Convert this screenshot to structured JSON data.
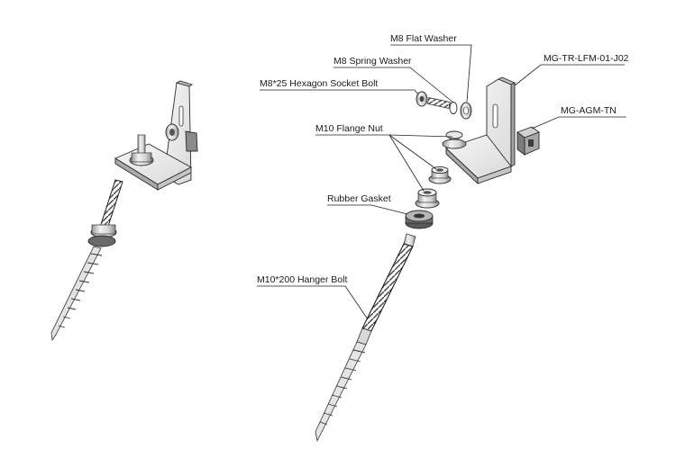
{
  "labels": {
    "flat_washer": "M8 Flat Washer",
    "spring_washer": "M8 Spring Washer",
    "bracket": "MG-TR-LFM-01-J02",
    "socket_bolt": "M8*25 Hexagon Socket Bolt",
    "agm": "MG-AGM-TN",
    "flange_nut": "M10 Flange Nut",
    "gasket": "Rubber Gasket",
    "hanger_bolt": "M10*200 Hanger Bolt"
  },
  "colors": {
    "line": "#222222",
    "metal_light": "#eeeeee",
    "metal_mid": "#c9c9c9",
    "metal_dark": "#7a7a7a",
    "thread_dark": "#1e1e1e"
  }
}
